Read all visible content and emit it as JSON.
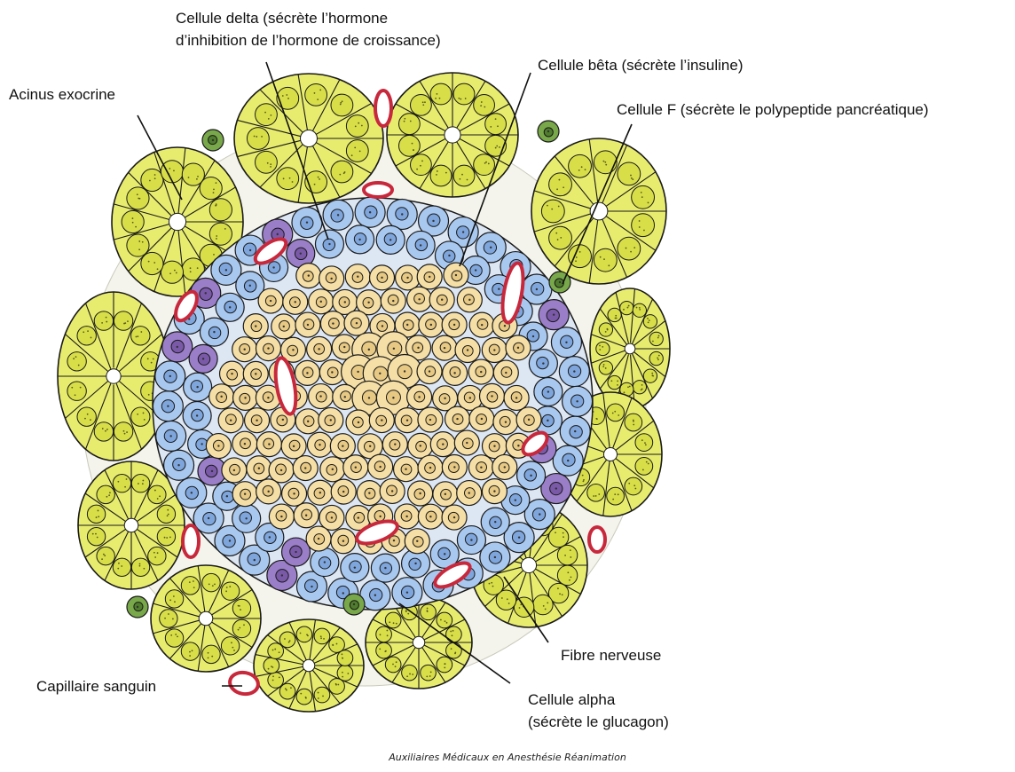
{
  "labels": {
    "delta_line1": "Cellule delta (sécrète l’hormone",
    "delta_line2": "d’inhibition de l’hormone de croissance)",
    "beta": "Cellule bêta (sécrète l’insuline)",
    "acinus": "Acinus exocrine",
    "cell_f": "Cellule F (sécrète le polypeptide pancréatique)",
    "nerve": "Fibre nerveuse",
    "capillary": "Capillaire sanguin",
    "alpha_line1": "Cellule alpha",
    "alpha_line2": "(sécrète le glucagon)"
  },
  "credit": "Auxiliaires Médicaux en Anesthésie Réanimation",
  "colors": {
    "acinus_fill": "#e8ec6e",
    "acinus_nucleus": "#d8de48",
    "beta_fill": "#f5dfa6",
    "beta_nucleus": "#e7c983",
    "alpha_fill": "#a9c8ef",
    "alpha_nucleus": "#7ea6dc",
    "delta_fill": "#9b7ec8",
    "f_cell_fill": "#78a84a",
    "capillary_wall": "#c8283c",
    "outline": "#1a1a1a"
  }
}
